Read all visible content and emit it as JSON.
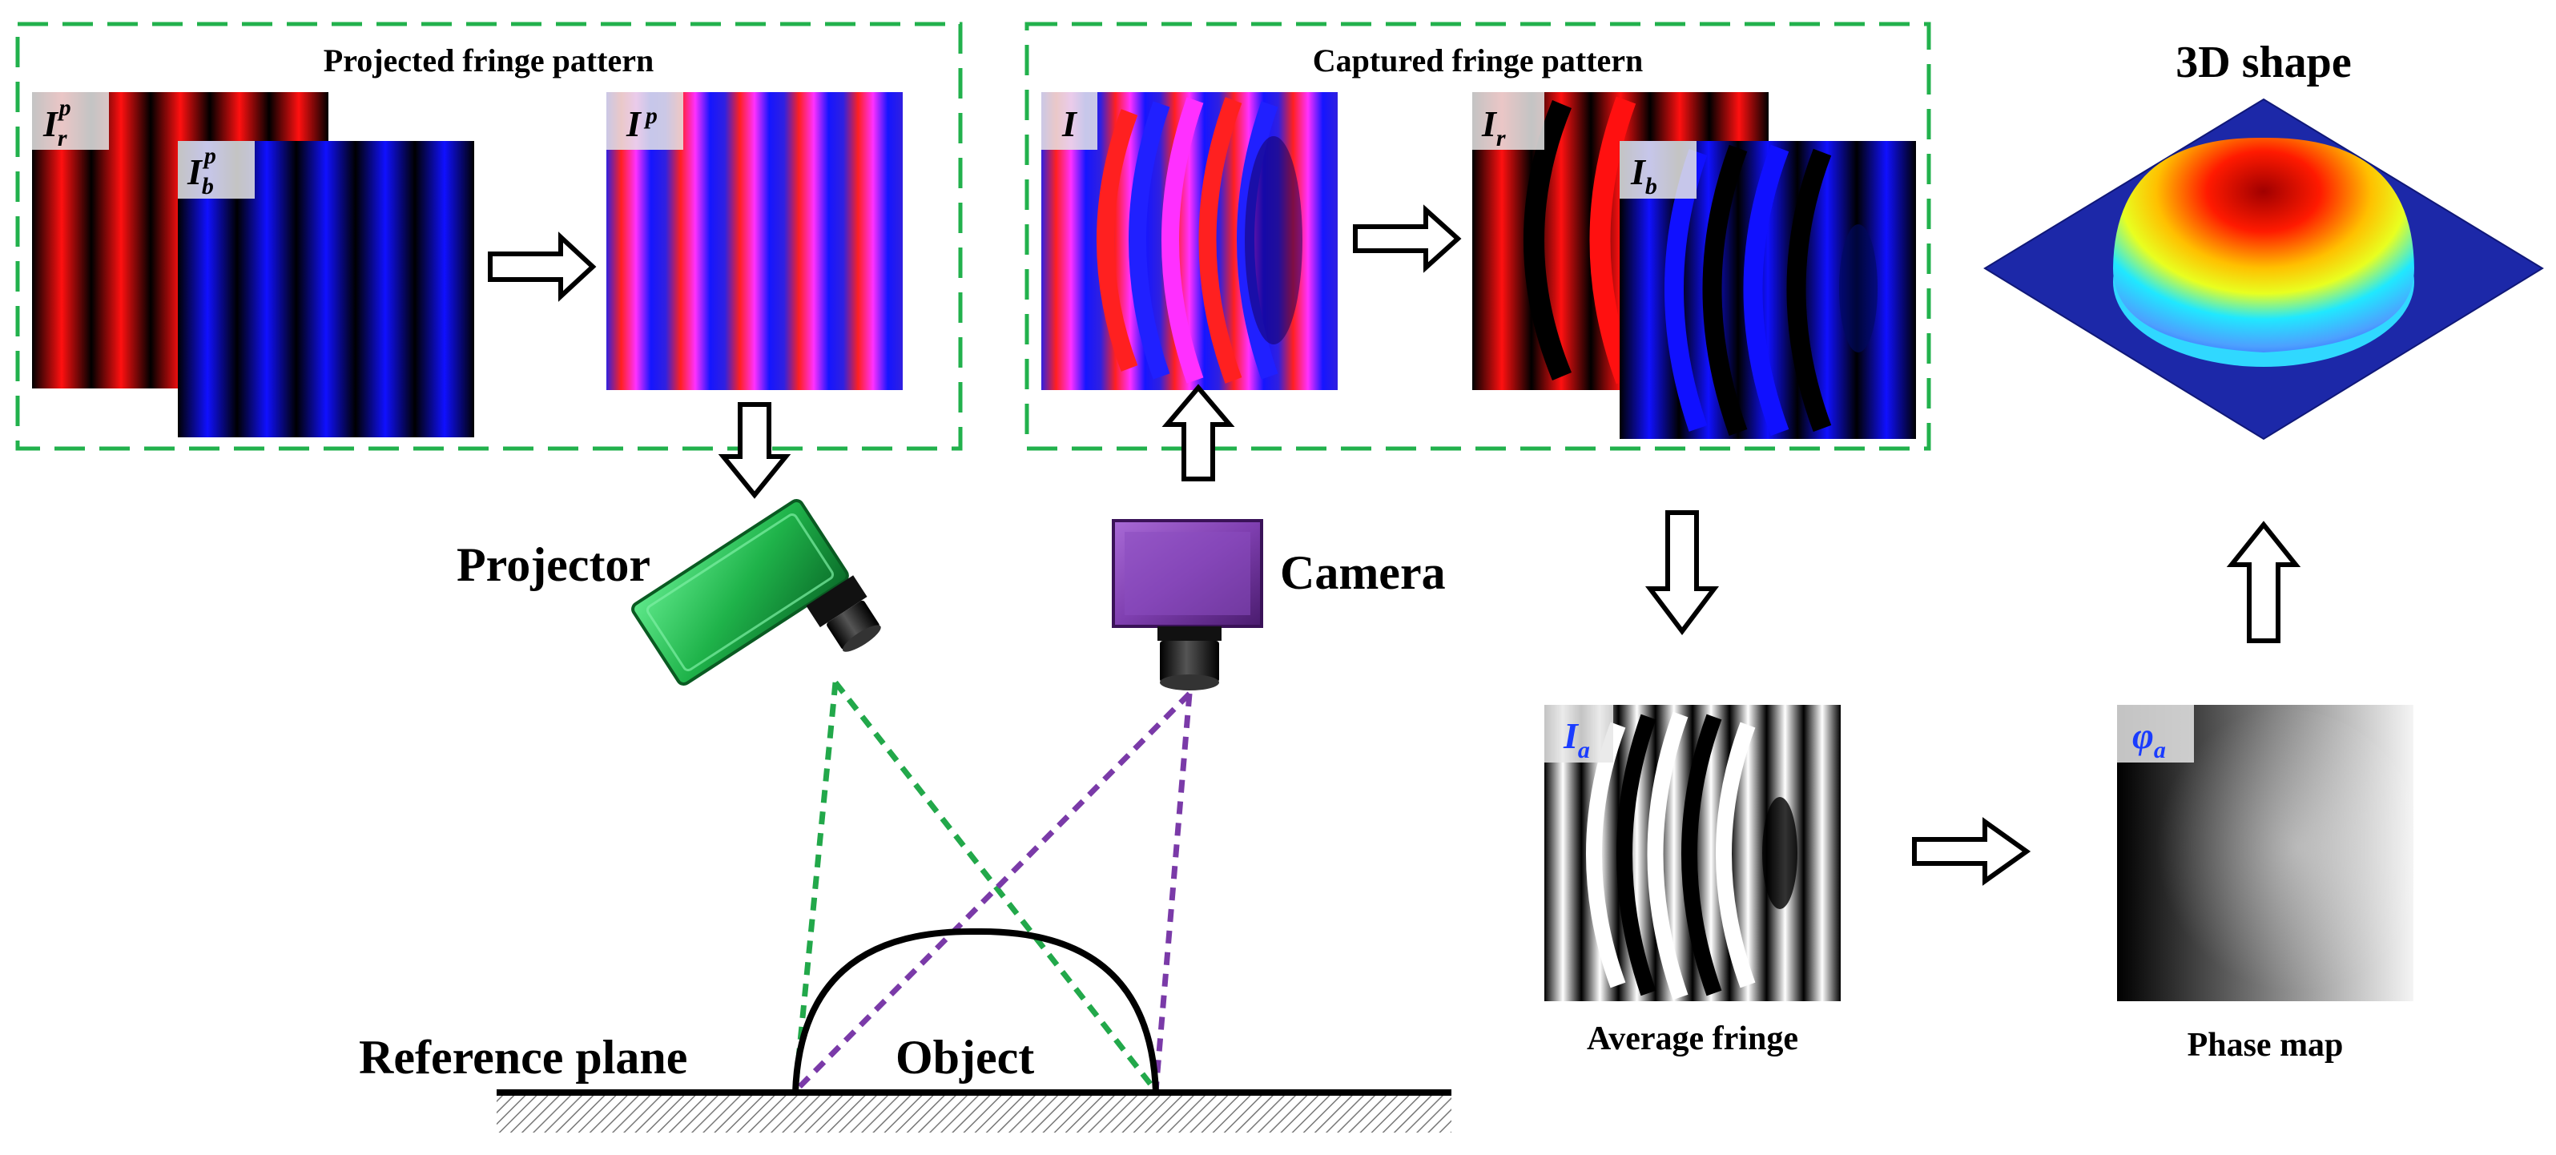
{
  "groups": {
    "projected_title": "Projected fringe pattern",
    "captured_title": "Captured fringe pattern"
  },
  "labels": {
    "projector": "Projector",
    "camera": "Camera",
    "reference_plane": "Reference plane",
    "object": "Object",
    "shape_3d": "3D shape",
    "average_fringe": "Average fringe",
    "phase_map": "Phase map"
  },
  "image_tags": {
    "red_projected": {
      "base": "I",
      "sub": "r",
      "sup": "p"
    },
    "blue_projected": {
      "base": "I",
      "sub": "b",
      "sup": "p"
    },
    "combined_projected": {
      "base": "I",
      "sub": "",
      "sup": "p"
    },
    "captured": {
      "base": "I",
      "sub": "",
      "sup": ""
    },
    "captured_red": {
      "base": "I",
      "sub": "r",
      "sup": ""
    },
    "captured_blue": {
      "base": "I",
      "sub": "b",
      "sup": ""
    },
    "average": {
      "base": "I",
      "sub": "a",
      "sup": ""
    },
    "phase": {
      "base": "φ",
      "sub": "a",
      "sup": ""
    }
  },
  "colors": {
    "group_border": "#22b14c",
    "projector_body": "#1fb34a",
    "camera_body": "#7f3fb0",
    "projector_rays": "#22a84a",
    "camera_rays": "#7a3aa8",
    "fringe_red": "#ff1010",
    "fringe_blue": "#1010ff",
    "tag_text_blue": "#1a3cff"
  }
}
